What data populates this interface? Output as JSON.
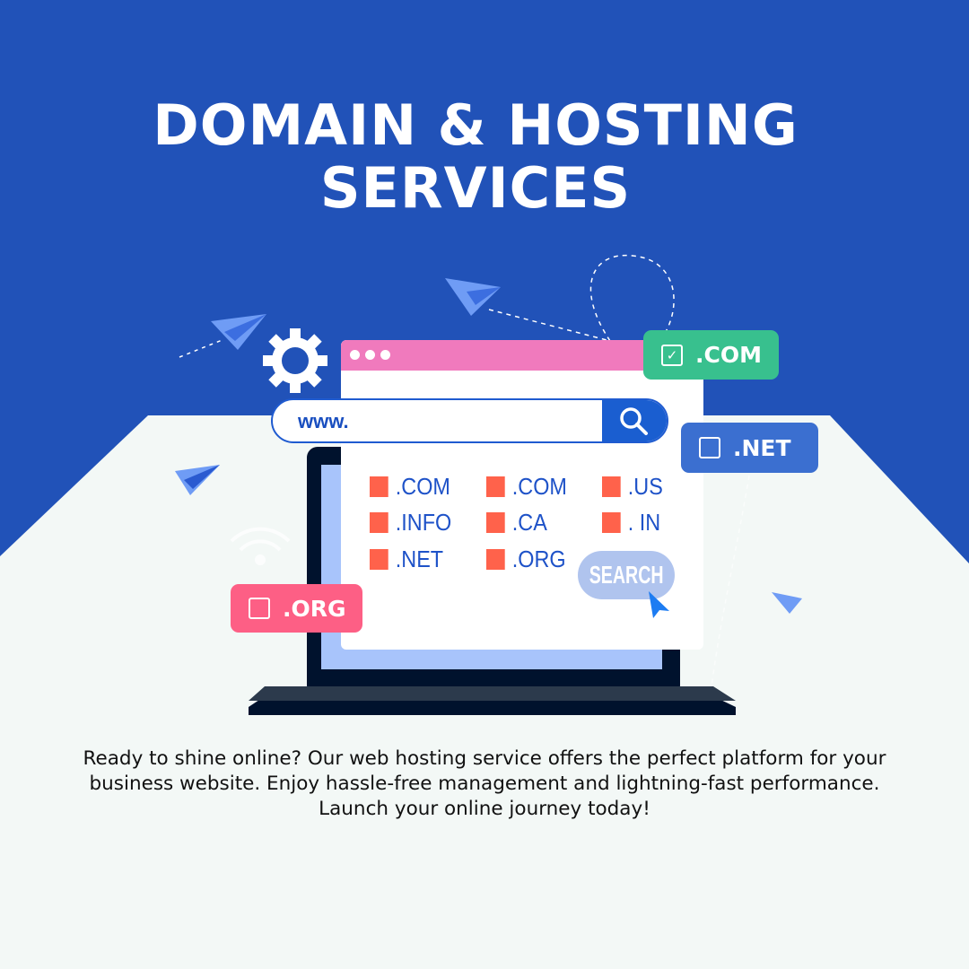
{
  "title": {
    "line1": "DOMAIN & HOSTING",
    "line2": "SERVICES"
  },
  "search_bar": {
    "value": "www."
  },
  "tld_list": [
    ".COM",
    ".COM",
    ".US",
    ".INFO",
    ".CA",
    ". IN",
    ".NET",
    ".ORG"
  ],
  "search_button": "SEARCH",
  "tags": {
    "com": {
      "label": ".COM",
      "checked": true,
      "color": "#38c08e"
    },
    "net": {
      "label": ".NET",
      "checked": false,
      "color": "#3b6fd0"
    },
    "org": {
      "label": ".ORG",
      "checked": false,
      "color": "#fd5f85"
    }
  },
  "description": "Ready to shine online? Our web hosting service offers the perfect platform for your business website. Enjoy hassle-free management and lightning-fast performance. Launch your online journey today!",
  "colors": {
    "primary": "#2152b8",
    "light": "#f3f8f6",
    "accent": "#ff624b"
  }
}
